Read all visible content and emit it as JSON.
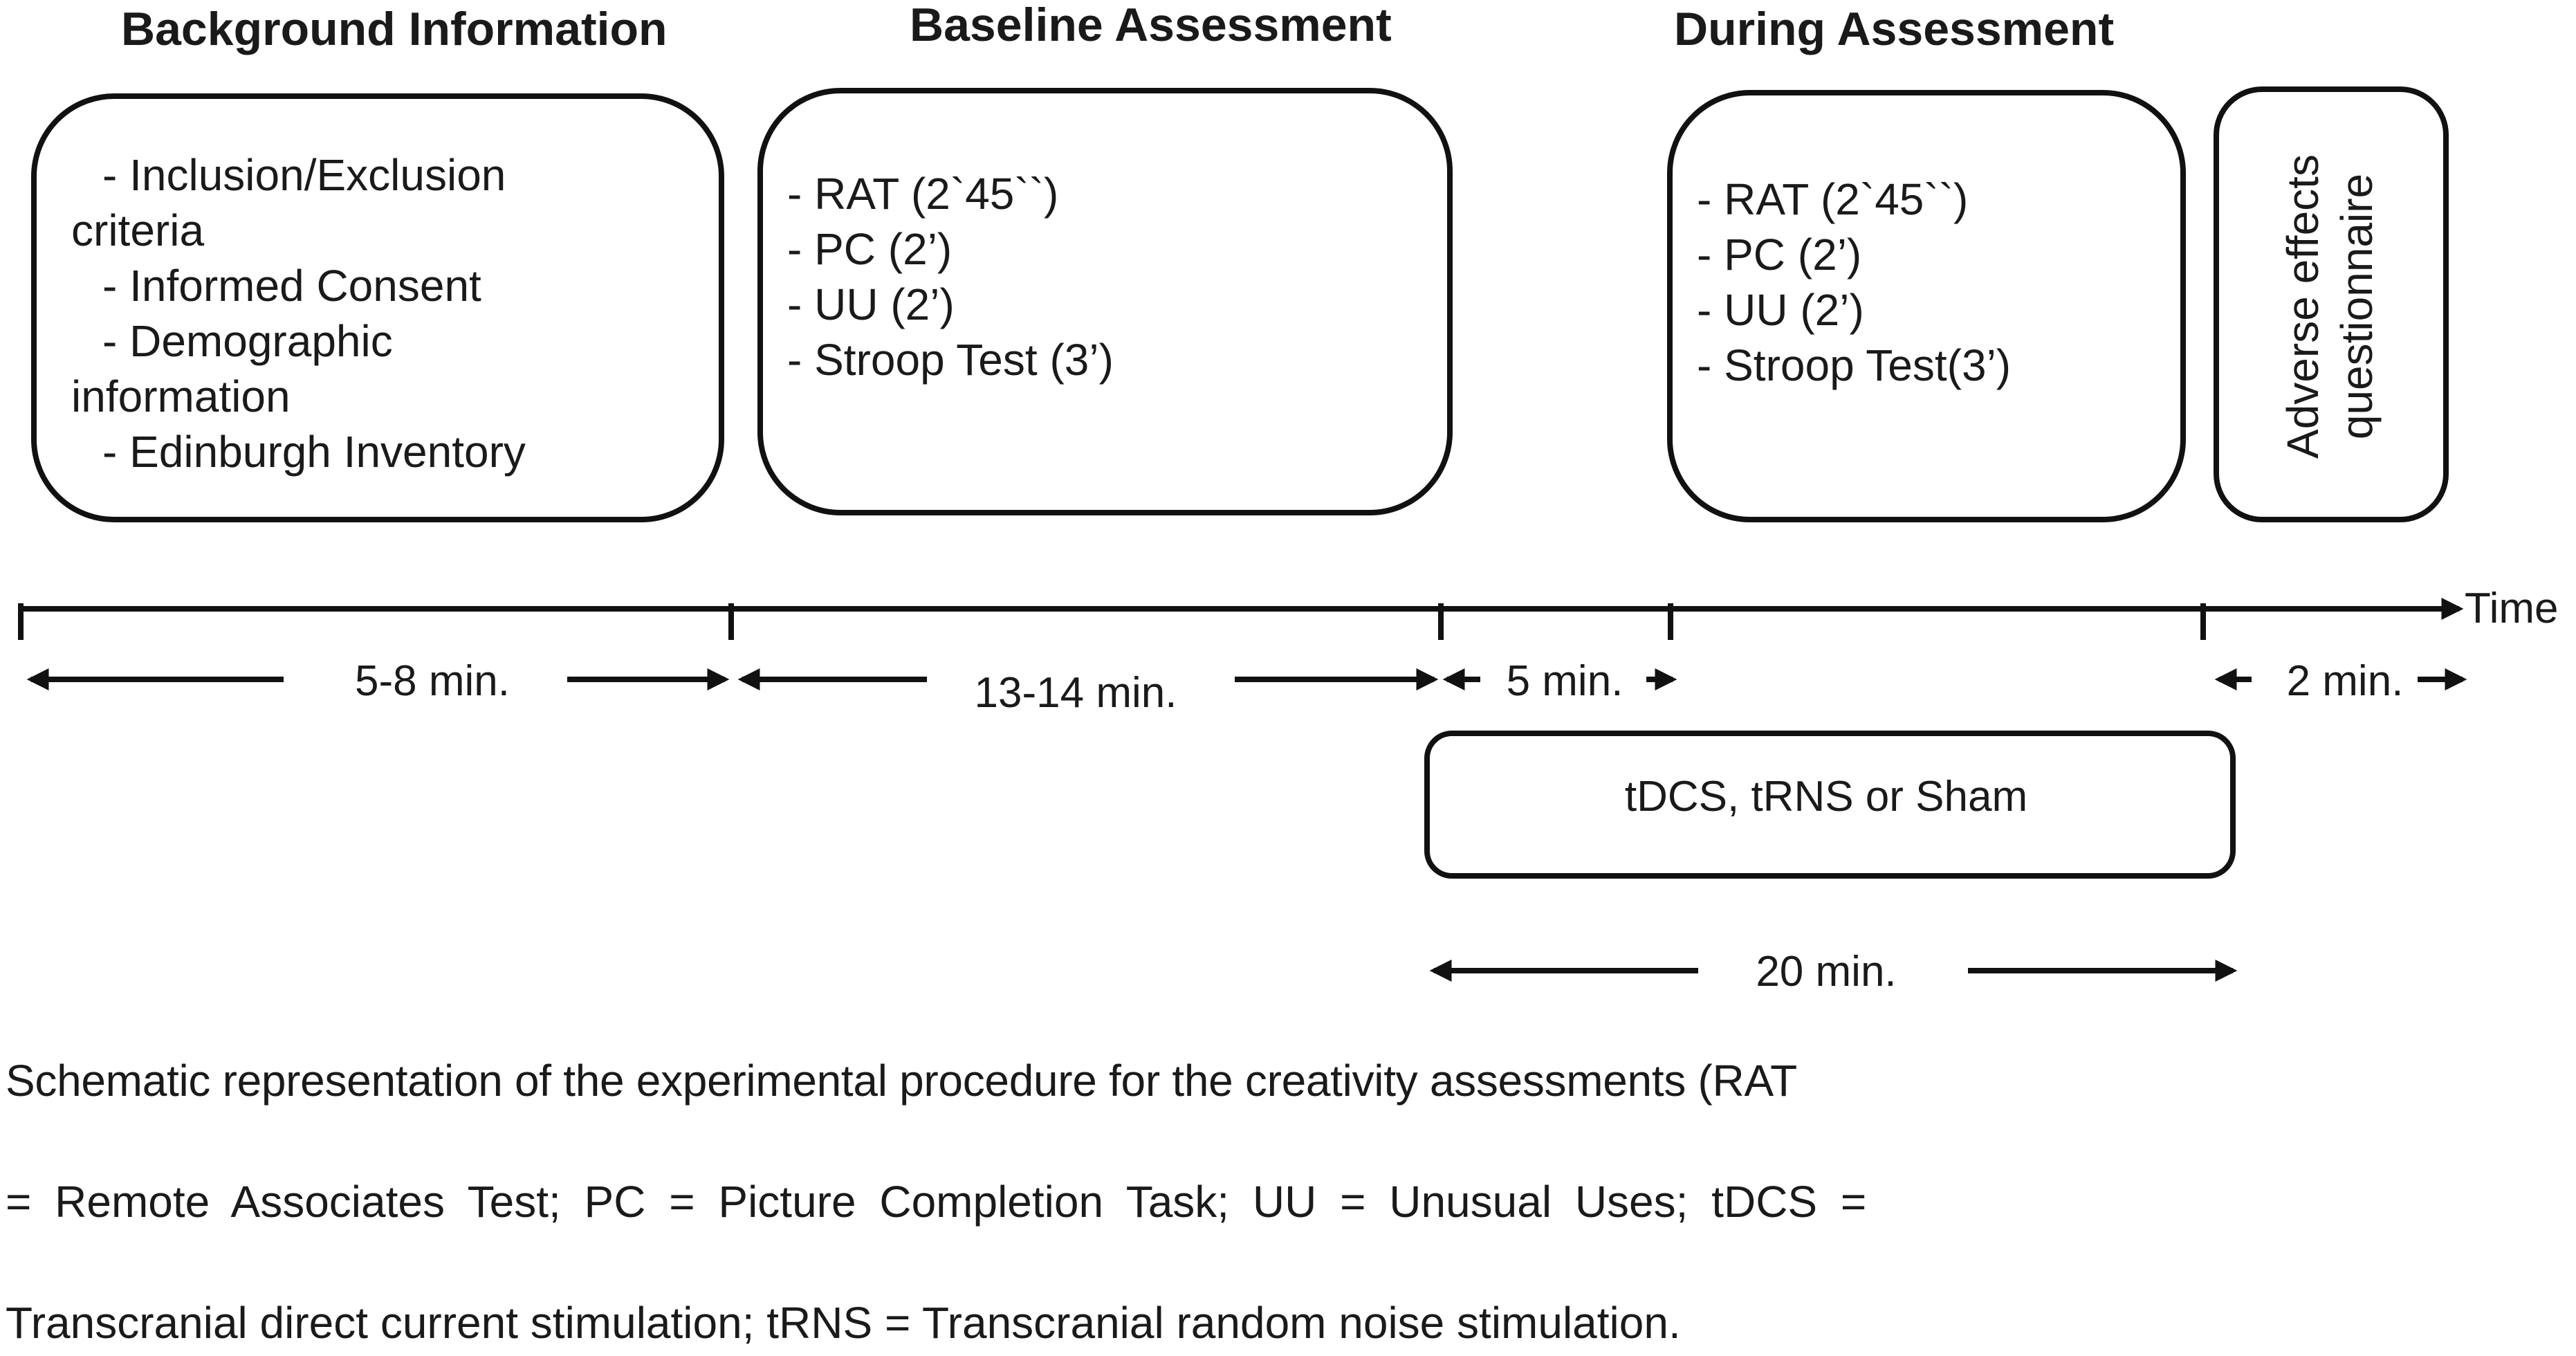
{
  "headings": {
    "background": "Background Information",
    "baseline": "Baseline Assessment",
    "during": "During Assessment"
  },
  "boxes": {
    "background_items": [
      "- Inclusion/Exclusion",
      "criteria",
      "- Informed Consent",
      "- Demographic",
      "information",
      "- Edinburgh Inventory"
    ],
    "baseline_items": [
      "- RAT (2`45``)",
      "- PC (2’)",
      "- UU (2’)",
      "- Stroop Test (3’)"
    ],
    "during_items": [
      "- RAT (2`45``)",
      "- PC (2’)",
      "- UU (2’)",
      "- Stroop Test(3’)"
    ],
    "adverse_lines": [
      "Adverse effects",
      "questionnaire"
    ],
    "stimulation": "tDCS, tRNS or Sham"
  },
  "timeline": {
    "axis_label": "Time",
    "durations": {
      "background": "5-8 min.",
      "baseline": "13-14 min.",
      "gap": "5 min.",
      "adverse": "2 min.",
      "stimulation": "20 min."
    }
  },
  "caption": {
    "lines": [
      "Schematic representation of the experimental procedure for the creativity assessments (RAT",
      "= Remote Associates Test; PC = Picture Completion Task; UU = Unusual Uses; tDCS =",
      "Transcranial direct current stimulation; tRNS = Transcranial random noise stimulation."
    ]
  }
}
